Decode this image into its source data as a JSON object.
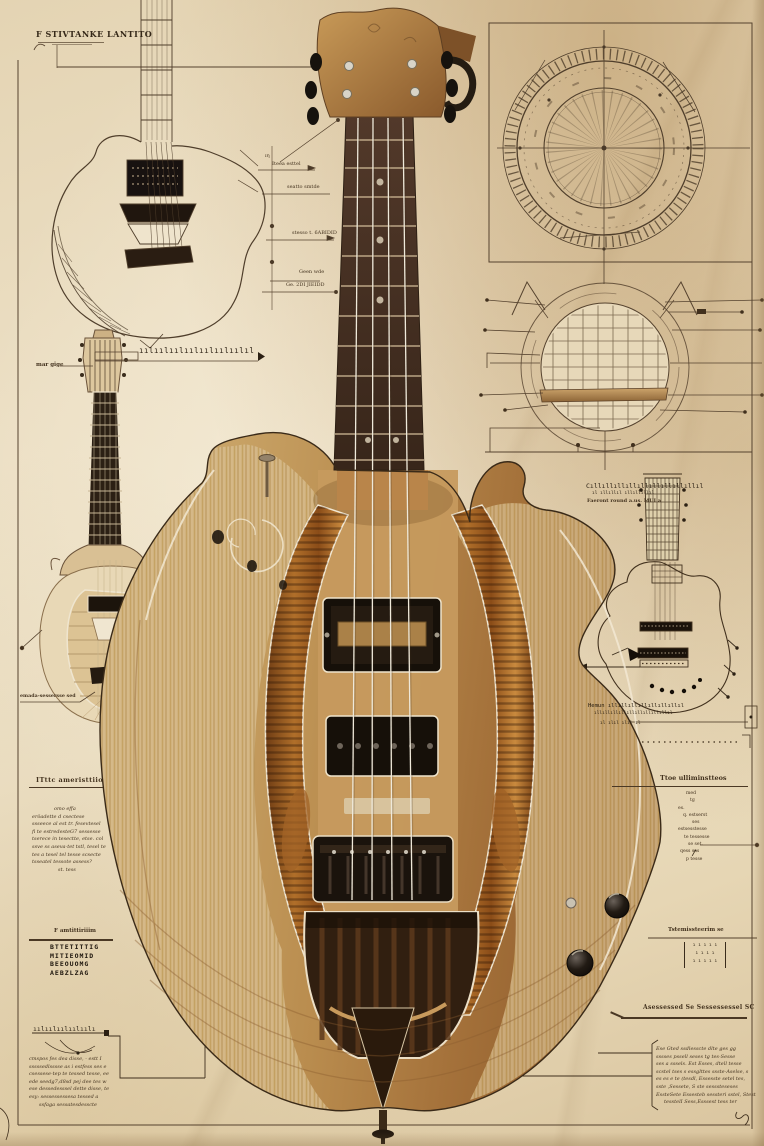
{
  "title_block": {
    "text": "F STIVTANKE LANTITO"
  },
  "neck_labels": [
    "ıη",
    "Iteea esttel",
    "seatto smtde",
    "stesso t. 6ABIDID",
    "Geen wde",
    "Ge. 2DI JIEIDD"
  ],
  "left_guitar": {
    "ruler_label": "mar gige",
    "ruler_ticks": "ıılıılıılıılıılıılıılıl",
    "bottom_label": "emada-sessersse sed"
  },
  "right_guitar": {
    "row_top": "Cıllıllıllıllıllıllıllıllıllıl",
    "row_mid": "ıl ıllıllıl   ıllıllıllıl",
    "row_sub": "Faeront round      a.us. MUI a",
    "row_bottom": "Hemun ıllıllıllıllıllıllıllıl",
    "row_bottom2": "ıllıllıllıllıllıllıllıllıllıl",
    "row_bottom3": "ıl   ılıl   ılıl   ıl"
  },
  "bottom_left_ruler": "ıılıılıılıılıılı",
  "text_blocks": {
    "left_block": {
      "heading": "ITttc ameristtiio",
      "lines": [
        "omo effa",
        "eröadette d csectese",
        "ssseece al est tr. fesevtesel",
        "fi te estredesteG7 sessesse",
        "tserece in tesectte, etse. col",
        "ssve ss aseva-tet tstl, tesel te",
        "tes a tesel tel tesse scsecte",
        "tsseatel tessote assess?",
        "st. tess"
      ]
    },
    "left_table": {
      "heading": "F amtittiriiim",
      "rows": [
        "BTTETITTIG",
        "MITIEOMID",
        "BEEOUOMG",
        "AEBZLZAG"
      ]
    },
    "bottom_left_block": {
      "lines": [
        "cmspos fes dea disse, - estt I",
        "sssssedlsssse as i estfess ses e",
        "csessese-tep te tessed tesse, ee",
        "ede seedg7,d8sd pej dee tes w",
        "ese dessedesssel dette disse, te",
        "esy:  sessessessesa tessed a",
        "ssfaga sessatesdesscte"
      ]
    },
    "right_list": {
      "heading": "Ttoe ulliminstteos",
      "items": [
        "med",
        "tg",
        "es.",
        "q. estserst",
        "ses",
        "estsesstesse",
        "te tessesse",
        "se set.",
        "qess  ses",
        "p tesse"
      ],
      "arrow": "↗"
    },
    "right_table": {
      "heading": "Tstemissteerim se",
      "rows": [
        "ı ı ı ı ı",
        "ı ı ı ı",
        "ı ı ı ı ı"
      ]
    },
    "bottom_right_block": {
      "heading": "Asessessed Se Sessessessel SC",
      "lines": [
        "Ese Gted ssdlesscte dlte ges gg",
        "sssses pssell seses tg tes-Sesse",
        "ses a sssels. Est Esses, dtell tesse",
        "scstel tses s essglttes ssste-Aselse, s",
        "es es e te (tesdl, Essesste setel tes,",
        "sste ,Sessete, S ste sesssteseses",
        "EssteSete Essesteb sessteri sstel, Stest",
        "tesstelI Sess,Esssest tess ter"
      ]
    }
  }
}
